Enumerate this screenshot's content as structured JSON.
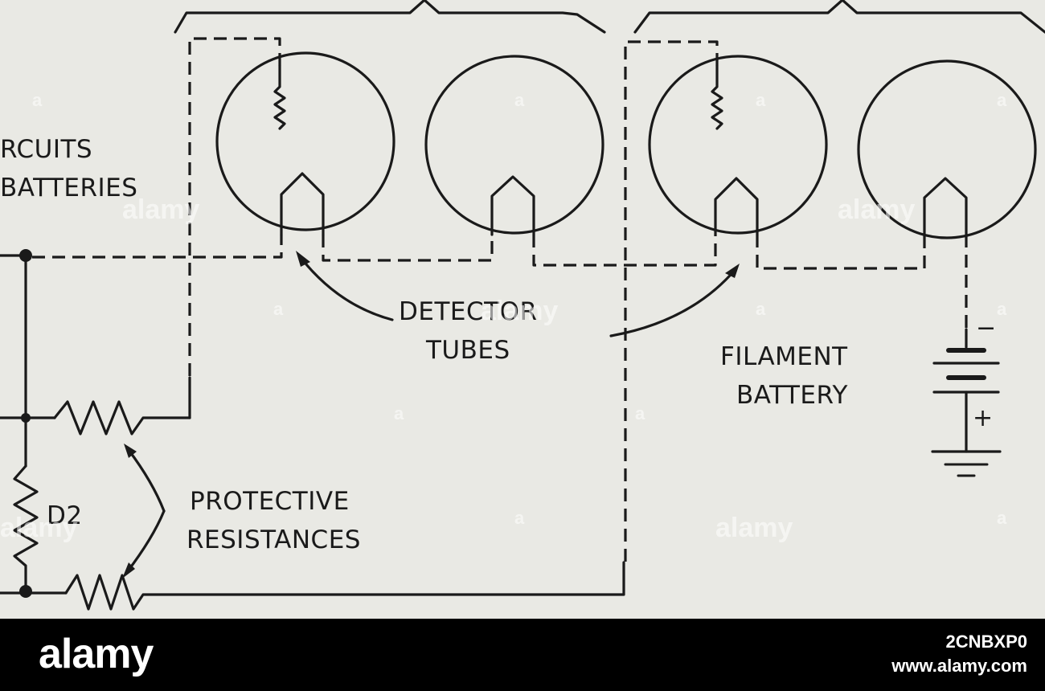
{
  "labels": {
    "circuits": "RCUITS",
    "batteries": "BATTERIES",
    "detector_line1": "DETECTOR",
    "detector_line2": "TUBES",
    "filament_line1": "FILAMENT",
    "filament_line2": "BATTERY",
    "d2": "D2",
    "protective_line1": "PROTECTIVE",
    "protective_line2": "RESISTANCES",
    "minus": "−",
    "plus": "+"
  },
  "watermark": {
    "text": "alamy",
    "dot": "a"
  },
  "footer": {
    "brand": "alamy",
    "image_id": "2CNBXP0",
    "site": "www.alamy.com"
  },
  "colors": {
    "paper": "#e9e9e4",
    "ink": "#1a1a1a",
    "bar": "#000000"
  }
}
